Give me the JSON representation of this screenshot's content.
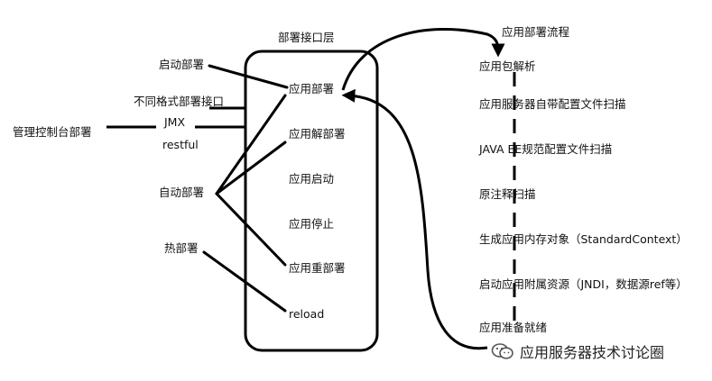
{
  "interface_layer": {
    "title": "部署接口层",
    "items": [
      "应用部署",
      "应用解部署",
      "应用启动",
      "应用停止",
      "应用重部署",
      "reload"
    ]
  },
  "left_labels": {
    "start_deploy": "启动部署",
    "formats_title": "不同格式部署接口",
    "jmx": "JMX",
    "restful": "restful",
    "console_deploy": "管理控制台部署",
    "auto_deploy": "自动部署",
    "hot_deploy": "热部署"
  },
  "flow": {
    "title": "应用部署流程",
    "steps": [
      "应用包解析",
      "应用服务器自带配置文件扫描",
      "JAVA EE规范配置文件扫描",
      "原注释扫描",
      "生成应用内存对象（StandardContext）",
      "启动应用附属资源（JNDI，数据源ref等）",
      "应用准备就绪"
    ]
  },
  "watermark": {
    "text": "应用服务器技术讨论圈",
    "icon": "wechat-icon"
  },
  "colors": {
    "ink": "#000000",
    "text": "#111111"
  }
}
